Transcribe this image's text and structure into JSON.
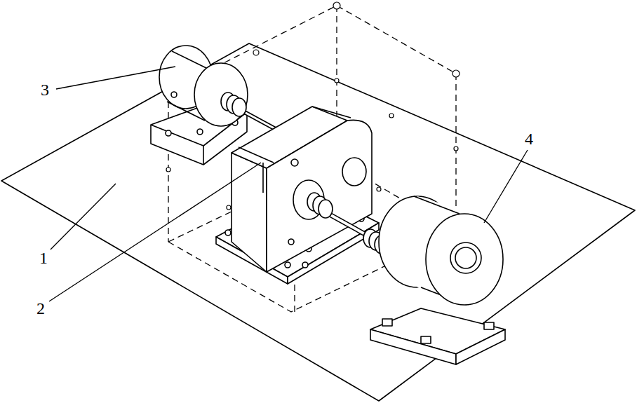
{
  "diagram": {
    "labels": [
      "3",
      "4",
      "1",
      "2"
    ]
  }
}
